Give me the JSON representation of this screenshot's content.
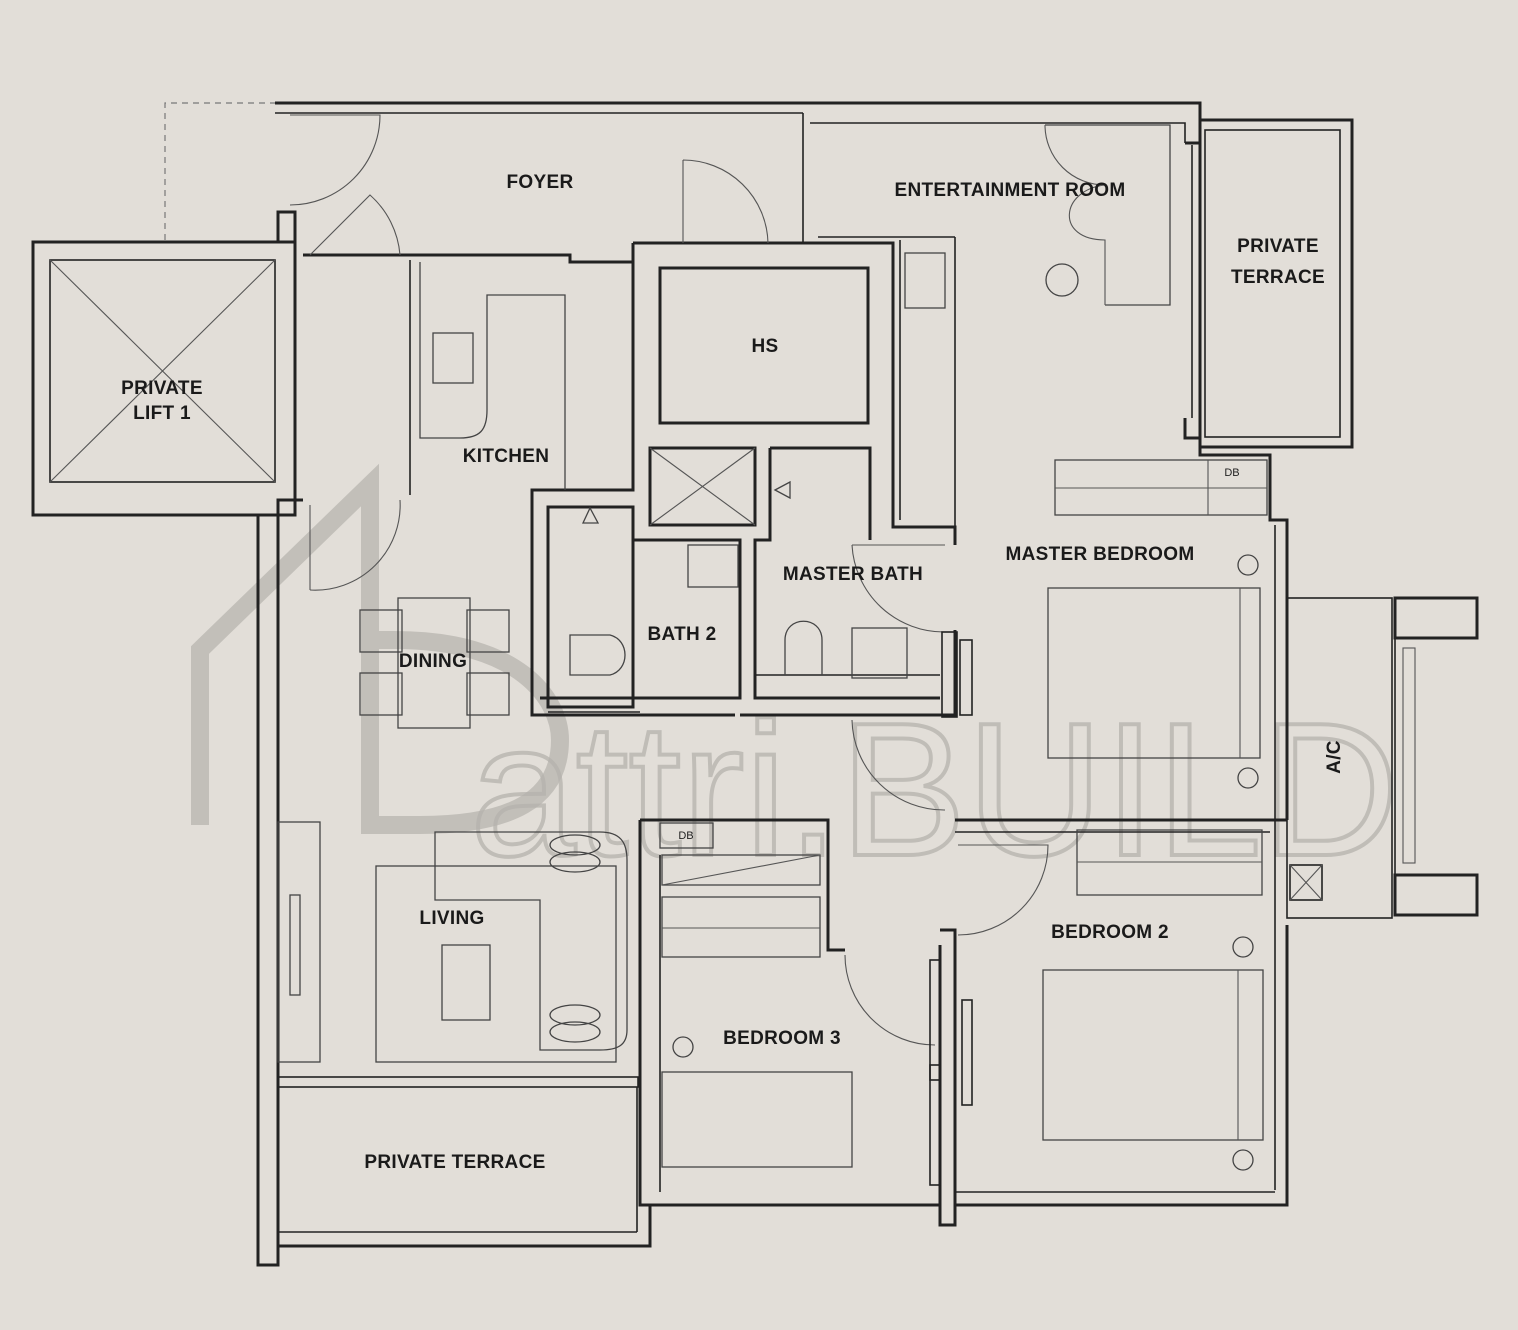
{
  "rooms": {
    "foyer": "FOYER",
    "entertainment_room": "ENTERTAINMENT ROOM",
    "private_terrace_top_line1": "PRIVATE",
    "private_terrace_top_line2": "TERRACE",
    "private_lift_line1": "PRIVATE",
    "private_lift_line2": "LIFT 1",
    "hs": "HS",
    "kitchen": "KITCHEN",
    "dining": "DINING",
    "bath_2": "BATH 2",
    "master_bath": "MASTER BATH",
    "master_bedroom": "MASTER BEDROOM",
    "living": "LIVING",
    "bedroom_2": "BEDROOM 2",
    "bedroom_3": "BEDROOM 3",
    "private_terrace_bottom": "PRIVATE TERRACE",
    "ac": "A/C"
  },
  "fixtures": {
    "db_master": "DB",
    "db_bedroom3": "DB"
  },
  "watermark": {
    "text": "attri.BUILD"
  }
}
